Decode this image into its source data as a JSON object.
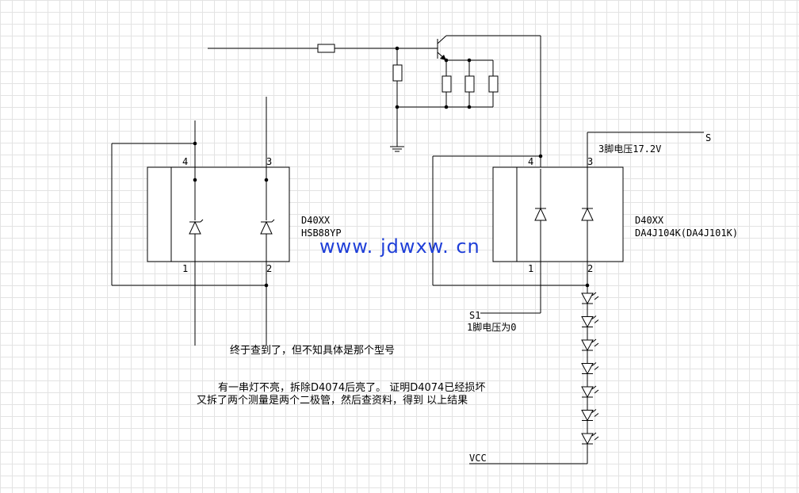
{
  "left_module": {
    "pin4": "4",
    "pin3": "3",
    "pin1": "1",
    "pin2": "2",
    "name": "D40XX",
    "model": "HSB88YP"
  },
  "right_module": {
    "pin4": "4",
    "pin3": "3",
    "pin1": "1",
    "pin2": "2",
    "name": "D40XX",
    "model": "DA4J104K(DA4J101K)"
  },
  "labels": {
    "s_terminal": "S",
    "pin3_voltage": "3脚电压17.2V",
    "s1_terminal": "S1",
    "pin1_voltage": "1脚电压为0",
    "vcc": "VCC"
  },
  "watermark": "www. jdwxw. cn",
  "notes": {
    "line1": "终于查到了，但不知具体是那个型号",
    "line2": "有一串灯不亮，拆除D4074后亮了。 证明D4074已经损坏",
    "line3": "又拆了两个测量是两个二极管，然后查资料，得到 以上结果"
  },
  "chart_data": {
    "type": "diagram",
    "components": [
      {
        "id": "left_module",
        "label": "D40XX HSB88YP",
        "pins": [
          "1",
          "2",
          "3",
          "4"
        ],
        "contains": [
          "diode",
          "diode"
        ]
      },
      {
        "id": "right_module",
        "label": "D40XX DA4J104K(DA4J101K)",
        "pins": [
          "1",
          "2",
          "3",
          "4"
        ],
        "contains": [
          "diode",
          "diode"
        ]
      },
      {
        "id": "pnp_transistor",
        "label": ""
      },
      {
        "id": "base_resistor",
        "label": ""
      },
      {
        "id": "resistors",
        "label": "",
        "count": 4
      },
      {
        "id": "ground",
        "label": ""
      },
      {
        "id": "led_string",
        "label": "",
        "count": 7
      }
    ],
    "nets": [
      {
        "name": "S",
        "connects": [
          "right_module.pin3"
        ]
      },
      {
        "name": "S1",
        "connects": [
          "right_module.pin1"
        ]
      },
      {
        "name": "VCC",
        "connects": [
          "led_string"
        ]
      }
    ],
    "annotations": [
      "3脚电压17.2V",
      "1脚电压为0"
    ]
  }
}
